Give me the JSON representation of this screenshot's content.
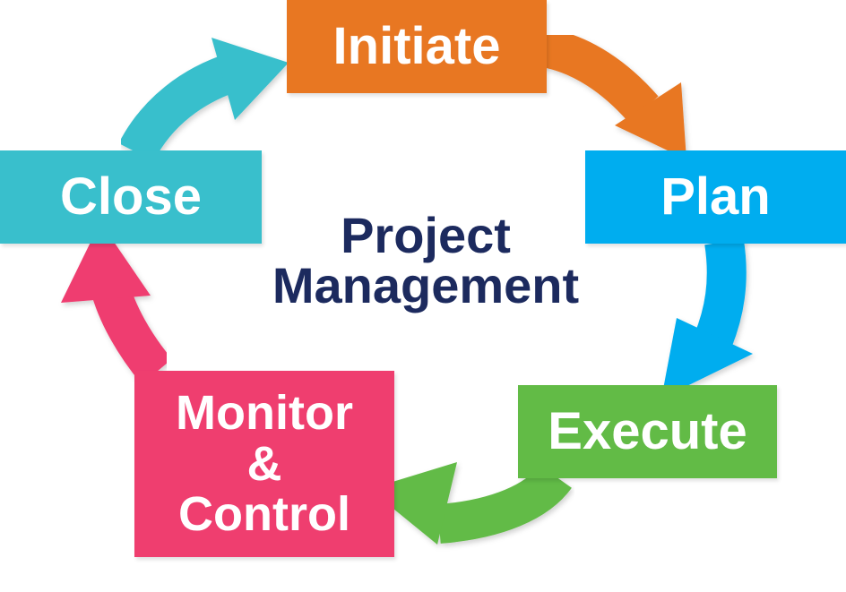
{
  "diagram": {
    "center_title_line1": "Project",
    "center_title_line2": "Management",
    "steps": [
      {
        "label": "Initiate",
        "color": "#e87722"
      },
      {
        "label": "Plan",
        "color": "#00adef"
      },
      {
        "label": "Execute",
        "color": "#62bb46"
      },
      {
        "label_line1": "Monitor",
        "label_line2": "&",
        "label_line3": "Control",
        "color": "#ef3e6f"
      },
      {
        "label": "Close",
        "color": "#39bfcc"
      }
    ],
    "title_color": "#1c2a5e"
  }
}
